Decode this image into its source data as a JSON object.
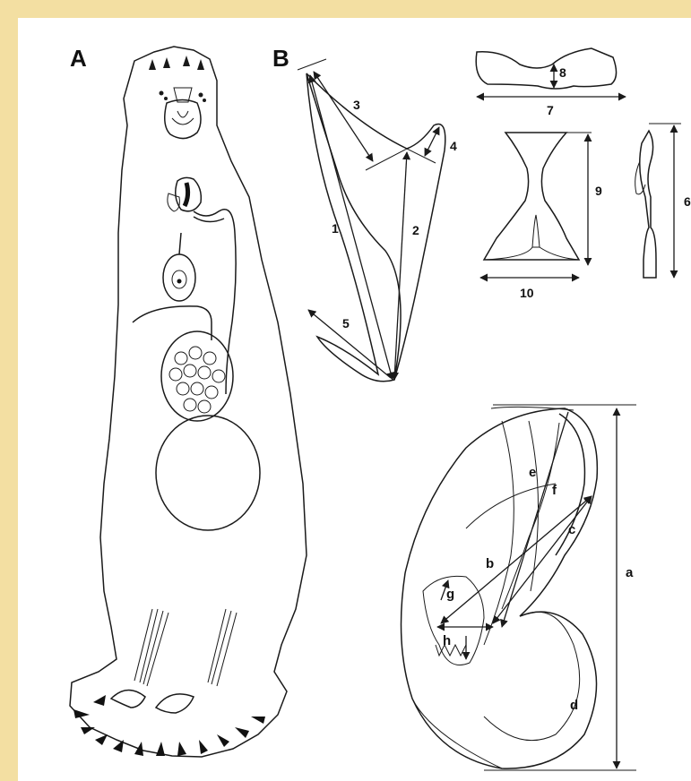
{
  "panels": {
    "a_label": "A",
    "b_label": "B"
  },
  "measures": [
    "1",
    "2",
    "3",
    "4",
    "5",
    "6",
    "7",
    "8",
    "9",
    "10"
  ],
  "letters": [
    "a",
    "b",
    "c",
    "d",
    "e",
    "f",
    "g",
    "h"
  ],
  "colors": {
    "background": "#f3dfa2",
    "ink": "#1a1a1a",
    "panel": "#ffffff"
  }
}
